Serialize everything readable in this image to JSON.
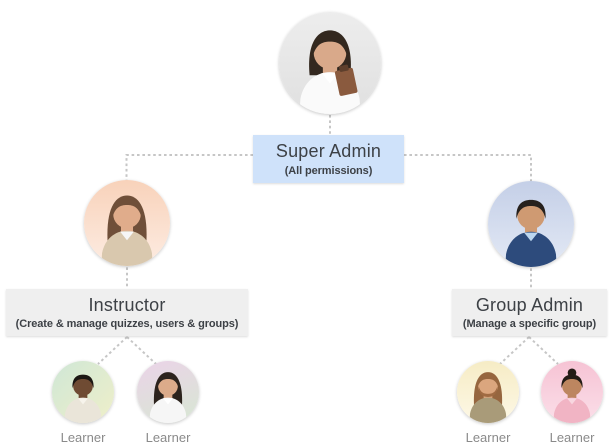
{
  "diagram": {
    "background": "#ffffff",
    "connector_color": "#c6c6c6",
    "connector_style": "dotted"
  },
  "nodes": {
    "super_admin": {
      "title": "Super Admin",
      "subtitle": "(All permissions)",
      "box_color": "#cfe2fa"
    },
    "instructor": {
      "title": "Instructor",
      "subtitle": "(Create & manage quizzes, users & groups)",
      "box_color": "#efefef"
    },
    "group_admin": {
      "title": "Group Admin",
      "subtitle": "(Manage a specific group)",
      "box_color": "#efefef"
    }
  },
  "learner_labels": [
    "Learner",
    "Learner",
    "Learner",
    "Learner"
  ],
  "avatars": {
    "super_admin": {
      "role": "super-admin-photo",
      "bg": [
        "#ededed",
        "#e0e0e0"
      ],
      "bg_angle": "180deg",
      "skin": "#d9a98a",
      "hair": "#33281f",
      "hairstyle": "bob",
      "shirt": "#fafafa",
      "collar": "#ffffff",
      "accessory": "clipboard"
    },
    "instructor": {
      "role": "instructor-photo",
      "bg": [
        "#f8d2ba",
        "#fdece2"
      ],
      "bg_angle": "180deg",
      "skin": "#e0ac8b",
      "hair": "#6f4f39",
      "hairstyle": "long",
      "shirt": "#d9c8ae",
      "collar": "#f6f6f6"
    },
    "group_admin": {
      "role": "group-admin-photo",
      "bg": [
        "#c4cfe7",
        "#e3e9f5"
      ],
      "bg_angle": "180deg",
      "skin": "#cf9a72",
      "hair": "#27211d",
      "hairstyle": "short",
      "shirt": "#2d4b7c",
      "collar": "#bcd7f0"
    },
    "learner_1": {
      "role": "learner-photo",
      "bg": [
        "#cfe7d6",
        "#efefc9"
      ],
      "bg_angle": "135deg",
      "skin": "#6f4b33",
      "hair": "#1c1713",
      "hairstyle": "short",
      "shirt": "#eae5d9",
      "collar": "#f7f4ec"
    },
    "learner_2": {
      "role": "learner-photo",
      "bg": [
        "#ebd3e8",
        "#d7e7d3"
      ],
      "bg_angle": "160deg",
      "skin": "#dcab8a",
      "hair": "#2c231d",
      "hairstyle": "long",
      "shirt": "#f6f6f6",
      "collar": "#ffffff"
    },
    "learner_3": {
      "role": "learner-photo",
      "bg": [
        "#f6ecc5",
        "#fdf8e6"
      ],
      "bg_angle": "180deg",
      "skin": "#dba67e",
      "hair": "#96663f",
      "hairstyle": "long",
      "beard": "#a06b43",
      "shirt": "#a99b79"
    },
    "learner_4": {
      "role": "learner-photo",
      "bg": [
        "#f6c3d4",
        "#fbdfe9"
      ],
      "bg_angle": "180deg",
      "skin": "#bd8660",
      "hair": "#231c16",
      "hairstyle": "bun",
      "shirt": "#f1b4c4",
      "collar": "#f8d7e0"
    }
  }
}
